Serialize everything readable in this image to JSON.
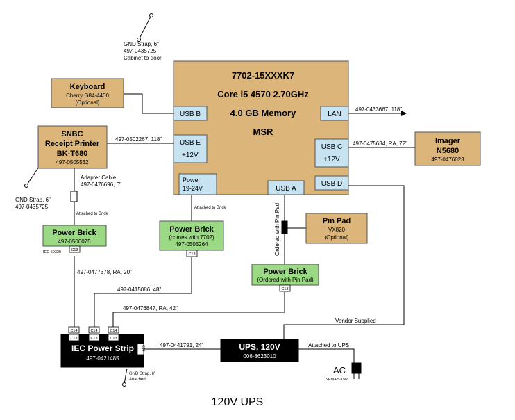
{
  "computer": {
    "model": "7702-15XXXK7",
    "cpu": "Core i5 4570 2.70GHz",
    "memory": "4.0 GB Memory",
    "msr": "MSR",
    "usb_b": "USB  B",
    "usb_e": "USB  E",
    "usb_e_power": "+12V",
    "lan": "LAN",
    "usb_c": "USB  C",
    "usb_c_power": "+12V",
    "usb_d": "USB  D",
    "usb_a": "USB  A",
    "power_line1": "Power",
    "power_line2": "19-24V"
  },
  "keyboard": {
    "title": "Keyboard",
    "model": "Cherry G84-4400",
    "note": "(Optional)"
  },
  "printer": {
    "line1": "SNBC",
    "line2": "Receipt Printer",
    "line3": "BK-T680",
    "part": "497-0505532"
  },
  "imager": {
    "title": "Imager",
    "model": "N5680",
    "part": "497-0476023"
  },
  "pinpad": {
    "title": "Pin Pad",
    "model": "VX820",
    "note": "(Optional)"
  },
  "brick1": {
    "title": "Power Brick",
    "part": "497-0506075"
  },
  "brick2": {
    "title": "Power Brick",
    "note": "(comes with 7702)",
    "part": "497-0505264"
  },
  "brick3": {
    "title": "Power Brick",
    "note": "(Ordered with Pin Pad)"
  },
  "strip": {
    "title": "IEC Power Strip",
    "part": "497-0421485"
  },
  "ups": {
    "title": "UPS, 120V",
    "part": "006-8623010"
  },
  "ac": {
    "title": "AC",
    "note": "NEMA 5-15P"
  },
  "labels": {
    "gnd_top_1": "GND Strap, 6\"",
    "gnd_top_2": "497-0435725",
    "gnd_top_3": "Cabinet to door",
    "gnd_left_1": "GND  Strap, 6\"",
    "gnd_left_2": "497-0435725",
    "gnd_strip_1": "GND Strap, 6\"",
    "gnd_strip_2": "Attached",
    "cable_printer": "497-0502267, 118\"",
    "cable_lan": "497-0433667, 118\"",
    "cable_imager": "497-0475634, RA, 72\"",
    "adapter_1": "Adapter Cable",
    "adapter_2": "497-0476696, 6\"",
    "attached_brick_1": "Attached  to Brick",
    "attached_brick_2": "Attached to Brick",
    "ordered_pinpad": "Ordered with Pin Pad",
    "iec": "IEC 60320",
    "cable_brick1": "497-0477378, RA, 20\"",
    "cable_brick2": "497-0415086, 48\"",
    "cable_brick3": "497-0476847, RA, 42\"",
    "vendor": "Vendor Supplied",
    "cable_ups": "497-0441791, 24\"",
    "attached_ups": "Attached to UPS",
    "c13": "C13",
    "c14": "C14",
    "side_conn": "C14",
    "footer": "120V UPS"
  }
}
